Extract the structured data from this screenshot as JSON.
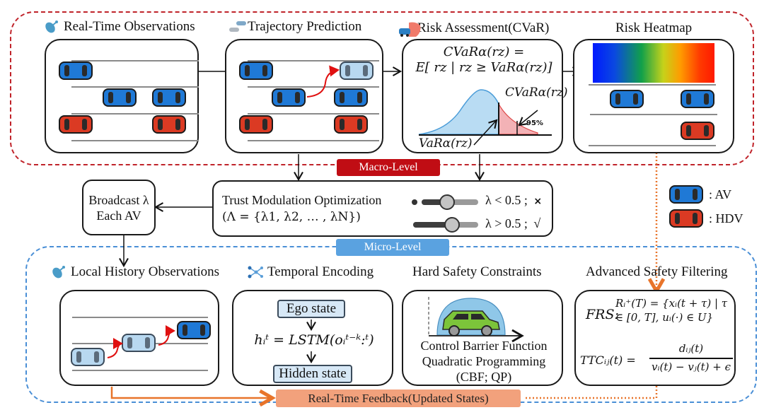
{
  "macro": {
    "badge_label": "Macro-Level",
    "frame_color": "#c0232a",
    "panels": {
      "observations": {
        "title": "Real-Time Observations",
        "icon": "satellite-dish-icon"
      },
      "trajectory": {
        "title": "Trajectory Prediction",
        "icon": "cars-icon"
      },
      "risk": {
        "title": "Risk Assessment(CVaR)",
        "icon": "risk-map-icon",
        "formula_line1": "CVaRα(rz) =",
        "formula_line2": "E[ rz | rz ≥ VaRα(rz)]",
        "cvar_label": "CVaRα(rz)",
        "var_label": "VaRα(rz)",
        "percent_label": "95%"
      },
      "heatmap": {
        "title": "Risk Heatmap"
      }
    }
  },
  "middle": {
    "broadcast_line1": "Broadcast λ",
    "broadcast_line2": "Each AV",
    "trust_line1": "Trust Modulation Optimization",
    "trust_line2": "(Λ = {λ1, λ2, … , λN})",
    "slider_low": {
      "value": 0.45,
      "label": "λ < 0.5 ;",
      "mark": "×"
    },
    "slider_high": {
      "value": 0.6,
      "label": "λ > 0.5 ;",
      "mark": "√"
    }
  },
  "legend": {
    "items": [
      {
        "label": ": AV",
        "color": "#1f79d6"
      },
      {
        "label": ": HDV",
        "color": "#db3a23"
      }
    ]
  },
  "micro": {
    "badge_label": "Micro-Level",
    "frame_color": "#4a8fd6",
    "panels": {
      "history": {
        "title": "Local History Observations",
        "icon": "satellite-dish-icon"
      },
      "temporal": {
        "title": "Temporal Encoding",
        "icon": "network-icon",
        "ego_label": "Ego state",
        "formula": "hᵢᵗ = LSTM(oᵢᵗ⁻ᵏ:ᵗ)",
        "hidden_label": "Hidden state"
      },
      "hard": {
        "title": "Hard Safety Constraints",
        "line1": "Control Barrier Function",
        "line2": "Quadratic Programming",
        "line3": "(CBF; QP)"
      },
      "advanced": {
        "title": "Advanced Safety Filtering",
        "frs_label": "FRS:",
        "frs_line1": "Rᵢ⁺(T) = {xᵢ(t + τ) | τ",
        "frs_line2": "∈ [0, T], uᵢ(·) ∈ U}",
        "ttc_lhs": "TTCᵢⱼ(t) =",
        "ttc_num": "dᵢⱼ(t)",
        "ttc_den": "vᵢ(t) − vⱼ(t) + ϵ"
      }
    },
    "feedback_label": "Real-Time Feedback(Updated States)"
  }
}
